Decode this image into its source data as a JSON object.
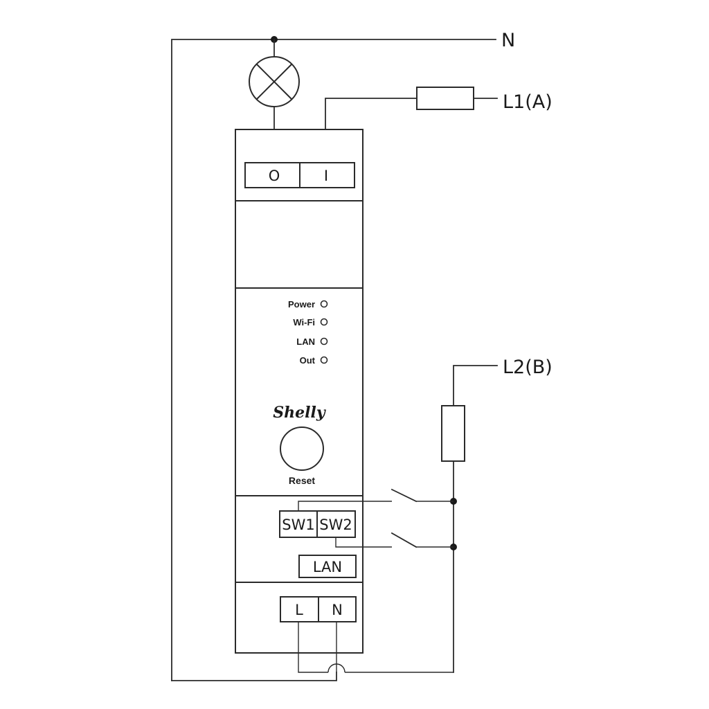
{
  "lines": {
    "n_label": "N",
    "l1_label": "L1(A)",
    "l2_label": "L2(B)"
  },
  "device": {
    "output_terminals": {
      "o": "O",
      "i": "I"
    },
    "leds": [
      "Power",
      "Wi-Fi",
      "LAN",
      "Out"
    ],
    "brand": "Shelly",
    "reset_label": "Reset",
    "switch_terminals": {
      "sw1": "SW1",
      "sw2": "SW2"
    },
    "lan_port": "LAN",
    "power_terminals": {
      "l": "L",
      "n": "N"
    }
  }
}
